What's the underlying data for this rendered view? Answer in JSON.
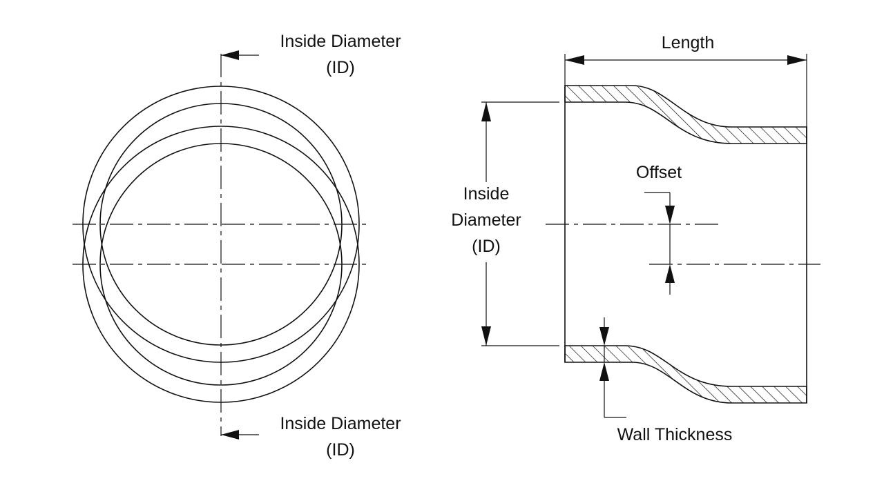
{
  "labels": {
    "left_top_line1": "Inside Diameter",
    "left_top_line2": "(ID)",
    "left_bottom_line1": "Inside Diameter",
    "left_bottom_line2": "(ID)",
    "length": "Length",
    "offset": "Offset",
    "right_id_line1": "Inside",
    "right_id_line2": "Diameter",
    "right_id_line3": "(ID)",
    "wall_thickness": "Wall Thickness"
  }
}
